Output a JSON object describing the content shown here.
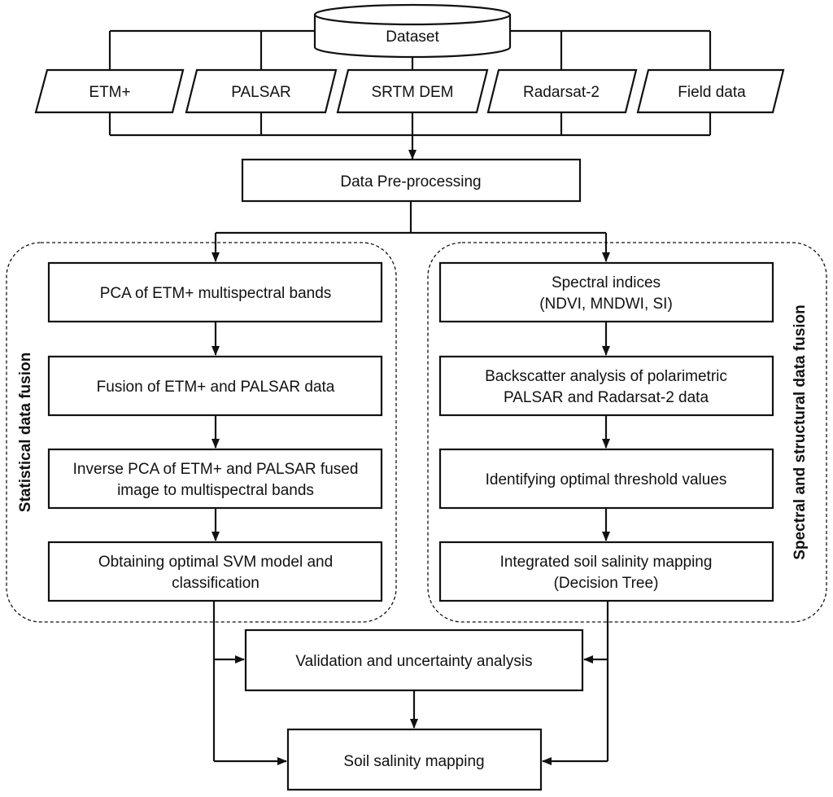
{
  "dataset": {
    "label": "Dataset"
  },
  "sources": [
    {
      "id": "etm",
      "label": "ETM+"
    },
    {
      "id": "palsar",
      "label": "PALSAR"
    },
    {
      "id": "srtm",
      "label": "SRTM DEM"
    },
    {
      "id": "radarsat",
      "label": "Radarsat-2"
    },
    {
      "id": "field",
      "label": "Field data"
    }
  ],
  "preprocessing": {
    "label": "Data Pre-processing"
  },
  "left_group": {
    "label": "Statistical data fusion",
    "steps": [
      {
        "lines": [
          "PCA of ETM+ multispectral bands"
        ]
      },
      {
        "lines": [
          "Fusion of ETM+ and PALSAR data"
        ]
      },
      {
        "lines": [
          "Inverse PCA of ETM+ and PALSAR fused",
          "image to multispectral bands"
        ]
      },
      {
        "lines": [
          "Obtaining optimal SVM model and",
          "classification"
        ]
      }
    ]
  },
  "right_group": {
    "label": "Spectral and structural data fusion",
    "steps": [
      {
        "lines": [
          "Spectral indices",
          "(NDVI, MNDWI, SI)"
        ]
      },
      {
        "lines": [
          "Backscatter analysis of polarimetric",
          "PALSAR and Radarsat-2 data"
        ]
      },
      {
        "lines": [
          "Identifying optimal threshold values"
        ]
      },
      {
        "lines": [
          "Integrated soil salinity mapping",
          "(Decision Tree)"
        ]
      }
    ]
  },
  "validation": {
    "label": "Validation and uncertainty analysis"
  },
  "output": {
    "label": "Soil salinity mapping"
  }
}
